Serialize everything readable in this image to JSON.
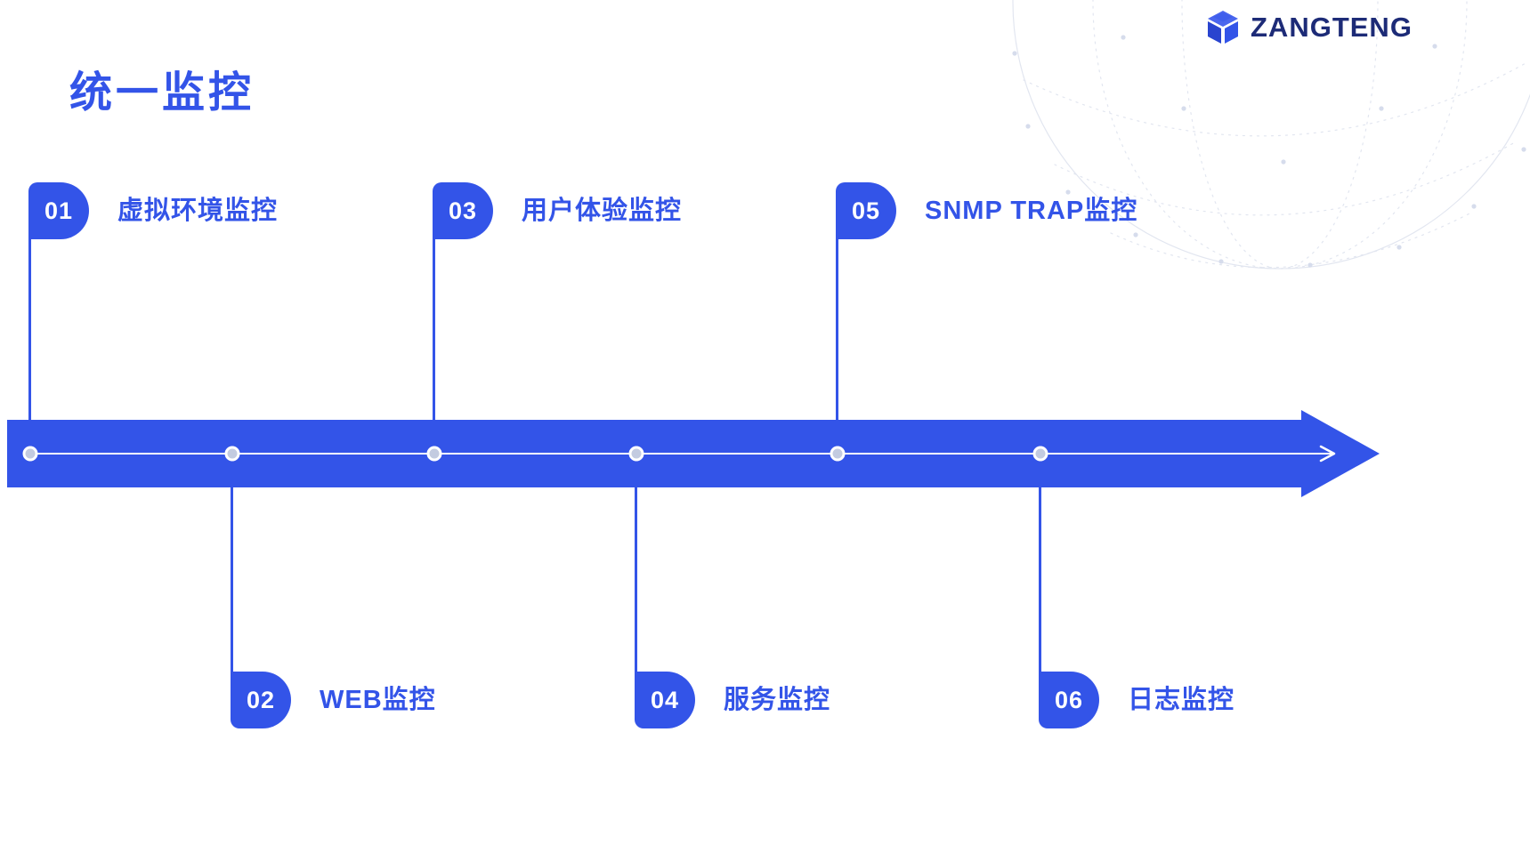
{
  "brand": {
    "name": "ZANGTENG",
    "logo_icon": "cube-logo-icon"
  },
  "slide": {
    "title": "统一监控"
  },
  "decoration": {
    "globe_icon": "globe-wireframe-decoration"
  },
  "colors": {
    "primary": "#3354E8",
    "brand_text": "#1D2B77",
    "flag_text": "#FFFFFF",
    "node_fill": "#C3CBE0",
    "node_ring": "#FFFFFF",
    "globe_stroke": "#E2E6F0"
  },
  "timeline": {
    "type": "horizontal-arrow",
    "direction": "left-to-right",
    "items": [
      {
        "number": "01",
        "label": "虚拟环境监控",
        "position": "above"
      },
      {
        "number": "02",
        "label": "WEB监控",
        "position": "below"
      },
      {
        "number": "03",
        "label": "用户体验监控",
        "position": "above"
      },
      {
        "number": "04",
        "label": "服务监控",
        "position": "below"
      },
      {
        "number": "05",
        "label": "SNMP TRAP监控",
        "position": "above"
      },
      {
        "number": "06",
        "label": "日志监控",
        "position": "below"
      }
    ]
  }
}
